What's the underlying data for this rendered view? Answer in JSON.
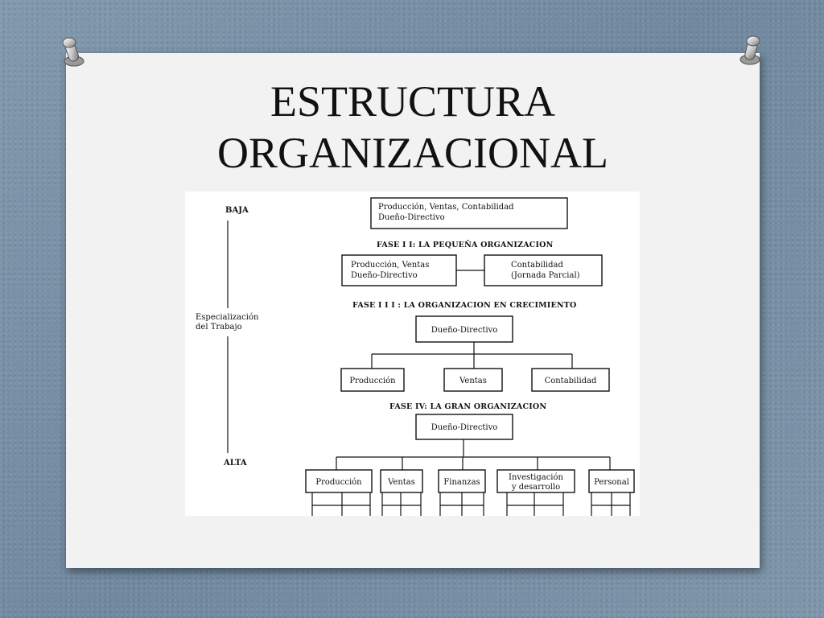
{
  "slide": {
    "title_lines": [
      "ESTRUCTURA",
      "ORGANIZACIONAL"
    ]
  },
  "diagram": {
    "axis": {
      "top": "BAJA",
      "middle_lines": [
        "Especialización",
        "del Trabajo"
      ],
      "bottom": "ALTA"
    },
    "phase1": {
      "box_lines": [
        "Producción, Ventas, Contabilidad",
        "Dueño-Directivo"
      ]
    },
    "phase2": {
      "heading": "FASE I I:  LA  PEQUEÑA  ORGANIZACION",
      "left_box_lines": [
        "Producción, Ventas",
        "Dueño-Directivo"
      ],
      "right_box_lines": [
        "Contabilidad",
        "(Jornada Parcial)"
      ]
    },
    "phase3": {
      "heading": "FASE I I I : LA ORGANIZACION EN CRECIMIENTO",
      "top_box": "Dueño-Directivo",
      "children": [
        "Producción",
        "Ventas",
        "Contabilidad"
      ]
    },
    "phase4": {
      "heading": "FASE IV:  LA GRAN ORGANIZACION",
      "top_box": "Dueño-Directivo",
      "children": [
        [
          "Producción"
        ],
        [
          "Ventas"
        ],
        [
          "Finanzas"
        ],
        [
          "Investigación",
          "y desarrollo"
        ],
        [
          "Personal"
        ]
      ]
    }
  }
}
